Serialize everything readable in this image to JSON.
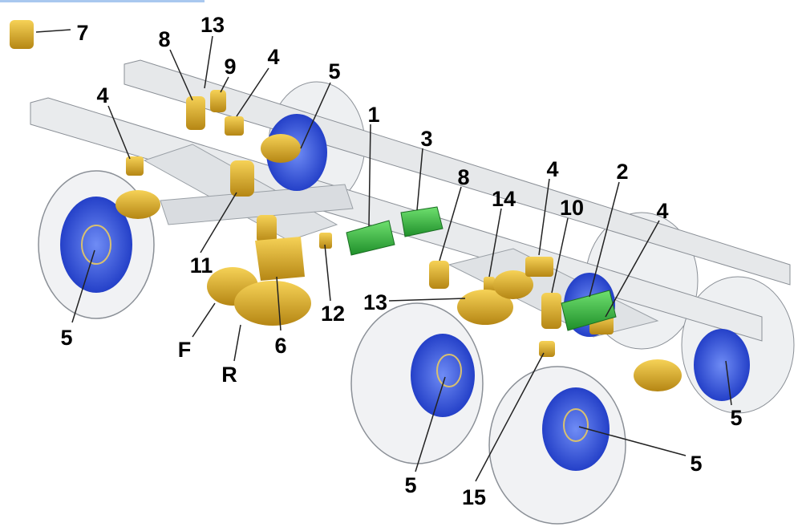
{
  "diagram": {
    "title": "Truck chassis brake system component locations",
    "labels": [
      "7",
      "8",
      "13",
      "9",
      "4",
      "5",
      "4",
      "1",
      "3",
      "8",
      "14",
      "4",
      "10",
      "2",
      "4",
      "11",
      "12",
      "13",
      "6",
      "F",
      "R",
      "5",
      "5",
      "15",
      "5",
      "5"
    ],
    "colors": {
      "component": "#e2b52a",
      "ecu": "#3fbf3f",
      "hub": "#3a5fe0",
      "chassis": "#e6e8ea",
      "tire": "#f1f2f4"
    }
  }
}
